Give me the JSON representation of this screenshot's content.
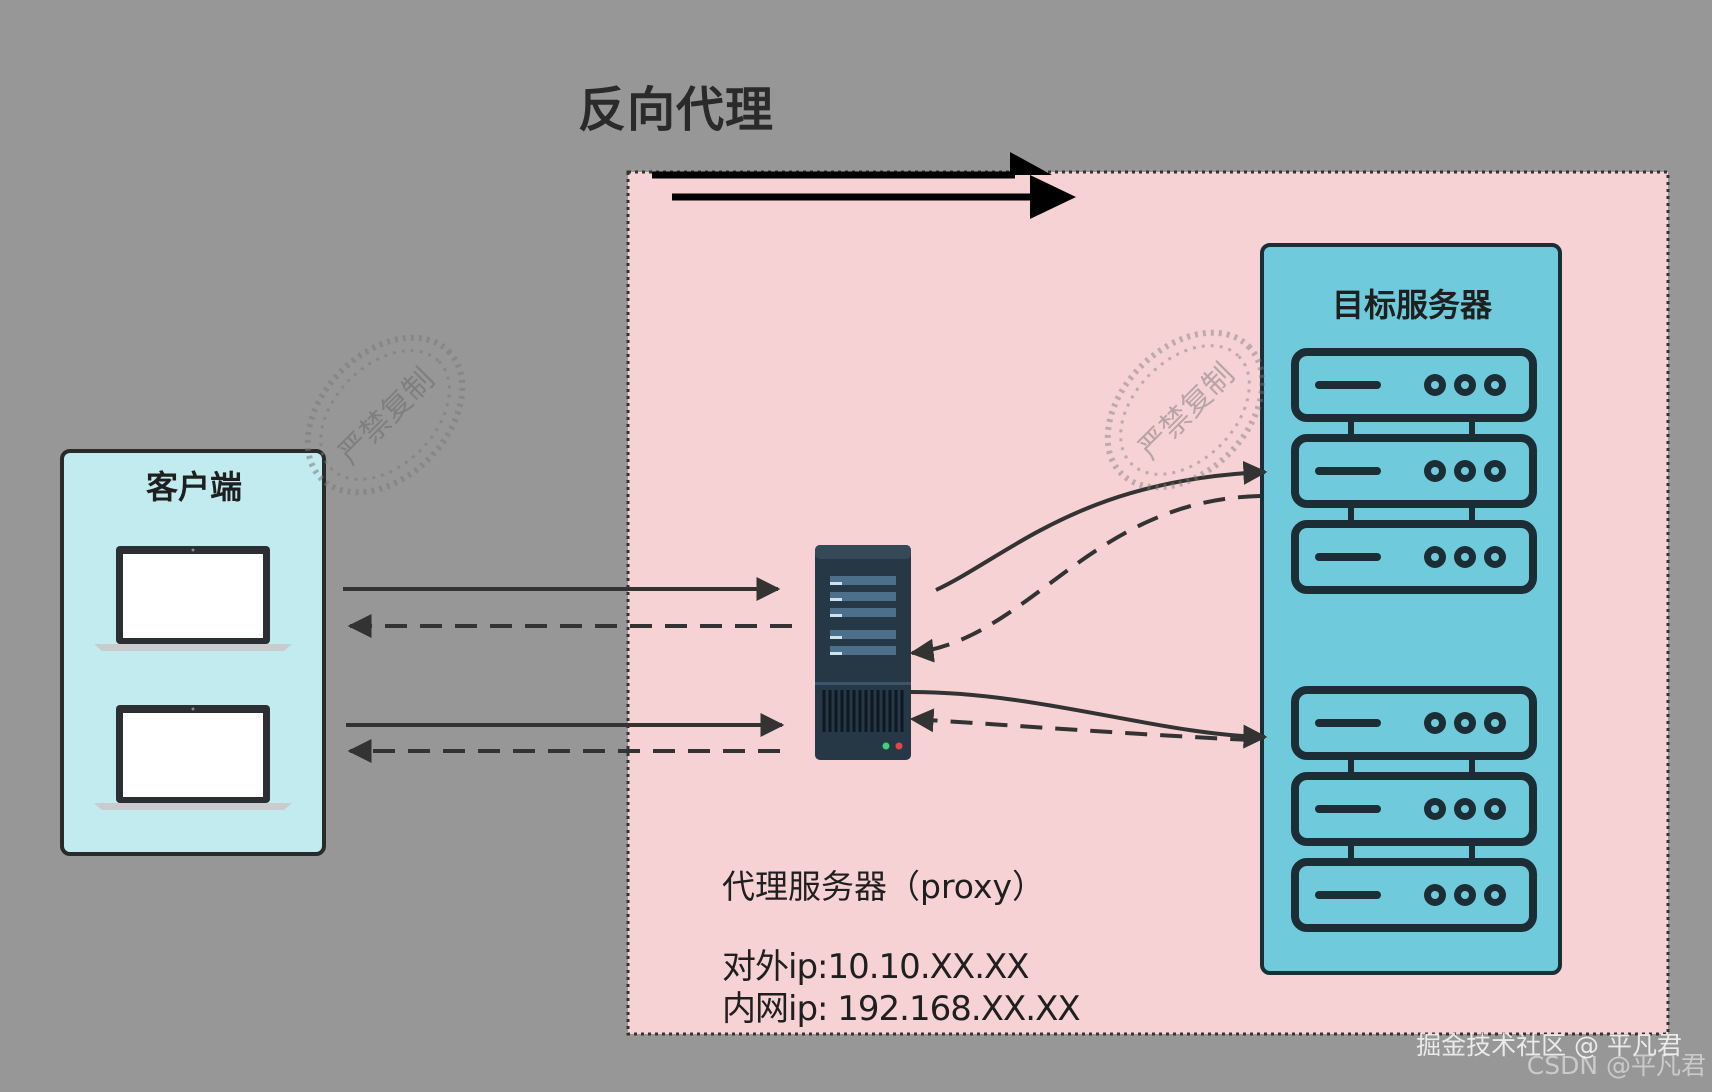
{
  "title": "反向代理",
  "client": {
    "label": "客户端",
    "device_icon": "laptop-icon",
    "device_count": 2
  },
  "proxy": {
    "label": "代理服务器（proxy）",
    "external_ip": "对外ip:10.10.XX.XX",
    "internal_ip": "内网ip: 192.168.XX.XX",
    "icon": "server-tower-icon"
  },
  "target": {
    "label": "目标服务器",
    "rack_icon": "server-rack-unit-icon",
    "rack_units": 6
  },
  "watermarks": [
    "严禁复制",
    "严禁复制"
  ],
  "footer": {
    "line1": "掘金技术社区 @ 平凡君",
    "line2": "CSDN @平凡君"
  },
  "colors": {
    "background": "#979797",
    "proxy_zone": "#f6d2d5",
    "client_box": "#c2ebef",
    "target_box": "#6fcbdc",
    "server_body": "#263746",
    "arrow": "#333333"
  }
}
